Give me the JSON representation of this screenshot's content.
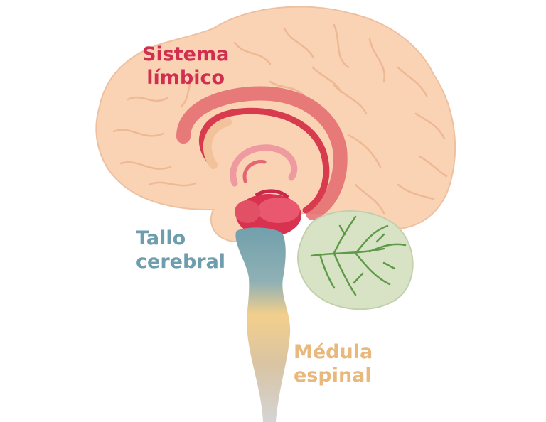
{
  "labels": {
    "limbic": {
      "line1": "Sistema",
      "line2": "límbico"
    },
    "brainstem": {
      "line1": "Tallo",
      "line2": "cerebral"
    },
    "spinal_cord": {
      "line1": "Médula",
      "line2": "espinal"
    }
  },
  "colors": {
    "cerebrum": "#f9d3b3",
    "cerebrum_outline": "#eec0a0",
    "sulci": "#f2b896",
    "limbic": "#d6314c",
    "limbic_light": "#e6667a",
    "brainstem": "#7aa3af",
    "spinal_cord_mid": "#f3cf8c",
    "spinal_cord_low": "#c7c7c7",
    "cerebellum": "#d8e3c6",
    "cerebellum_veins": "#5f9a48"
  }
}
